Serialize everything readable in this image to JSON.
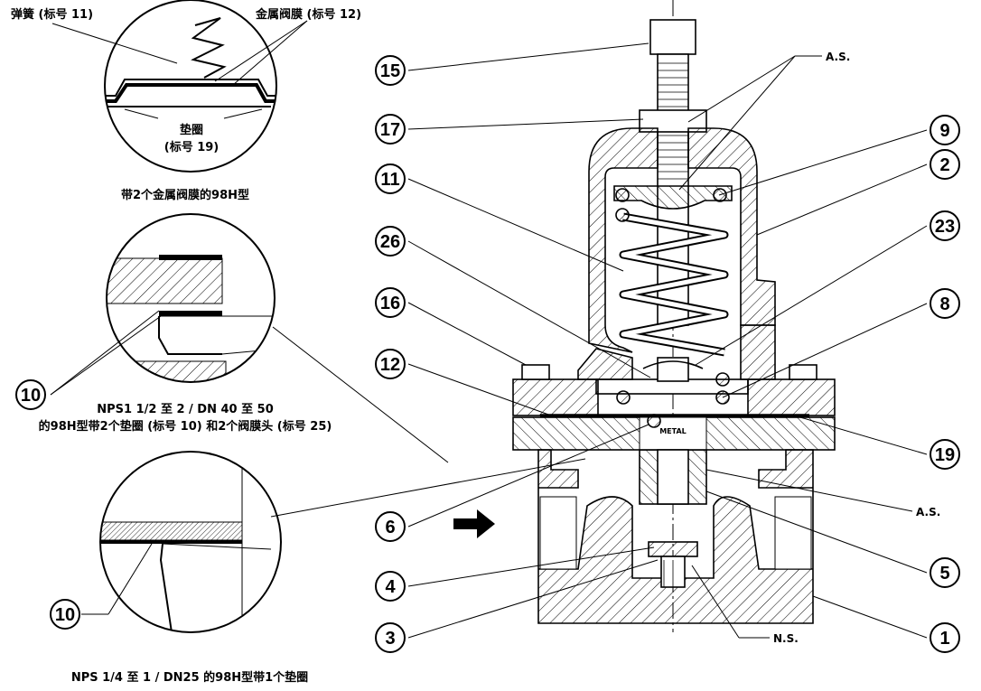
{
  "detail_top": {
    "spring_label": "弹簧 (标号 11)",
    "metal_diaphragm_label": "金属阀膜 (标号 12)",
    "gasket_label_line1": "垫圈",
    "gasket_label_line2": "(标号 19)",
    "caption": "带2个金属阀膜的98H型"
  },
  "detail_middle": {
    "caption_line1": "NPS1 1/2 至 2 / DN 40 至 50",
    "caption_line2": "的98H型带2个垫圈 (标号 10) 和2个阀膜头 (标号 25)",
    "callout": "10"
  },
  "detail_bottom": {
    "caption": "NPS 1/4 至 1 / DN25  的98H型带1个垫圈",
    "callout": "10"
  },
  "main_callouts": {
    "c15": "15",
    "c17": "17",
    "c11": "11",
    "c26": "26",
    "c16": "16",
    "c12": "12",
    "c6": "6",
    "c4": "4",
    "c3": "3",
    "c9": "9",
    "c2": "2",
    "c23": "23",
    "c8": "8",
    "c19": "19",
    "c5": "5",
    "c1": "1"
  },
  "text_labels": {
    "as_top": "A.S.",
    "as_right": "A.S.",
    "ns": "N.S.",
    "metal": "METAL"
  }
}
